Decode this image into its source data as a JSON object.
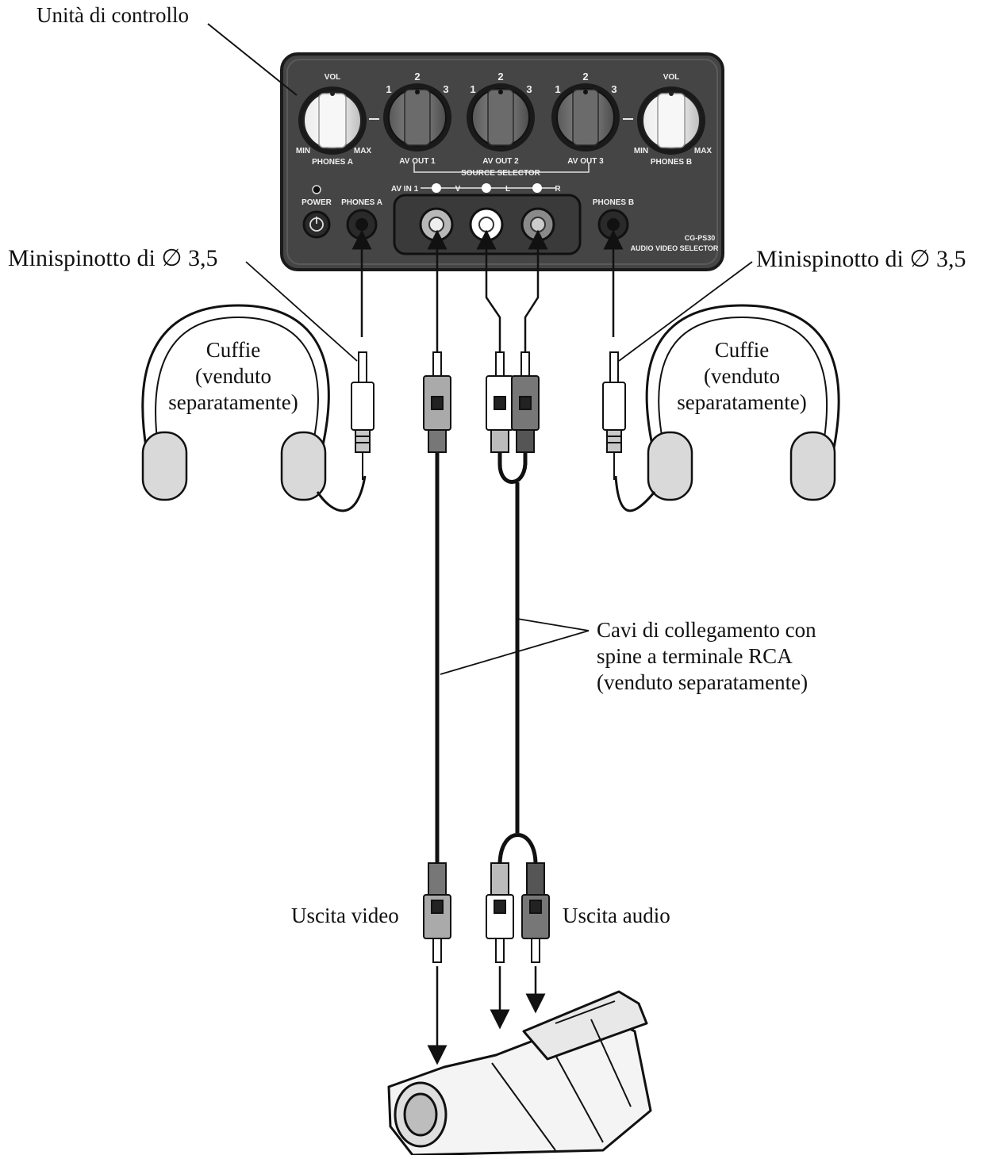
{
  "labels": {
    "control_unit": "Unità di controllo",
    "minijack_left": "Minispinotto di ∅ 3,5",
    "minijack_right": "Minispinotto di ∅ 3,5",
    "headphones_left": [
      "Cuffie",
      "(venduto",
      "separatamente)"
    ],
    "headphones_right": [
      "Cuffie",
      "(venduto",
      "separatamente)"
    ],
    "cables": [
      "Cavi di collegamento con",
      "spine a terminale RCA",
      "(venduto separatamente)"
    ],
    "video_out": "Uscita video",
    "audio_out": "Uscita audio"
  },
  "panel": {
    "vol": "VOL",
    "min": "MIN",
    "max": "MAX",
    "phones_a": "PHONES A",
    "phones_b": "PHONES B",
    "av_out_1": "AV OUT 1",
    "av_out_2": "AV OUT 2",
    "av_out_3": "AV OUT 3",
    "source_selector": "SOURCE SELECTOR",
    "av_in_1": "AV IN 1",
    "v": "V",
    "l": "L",
    "r": "R",
    "power": "POWER",
    "model": "CG-PS30",
    "product": "AUDIO VIDEO SELECTOR",
    "selector_numbers": [
      "1",
      "2",
      "3"
    ]
  },
  "colors": {
    "panel": "#4a4a4a",
    "panel_edge": "#1e1e1e",
    "line": "#111111"
  }
}
